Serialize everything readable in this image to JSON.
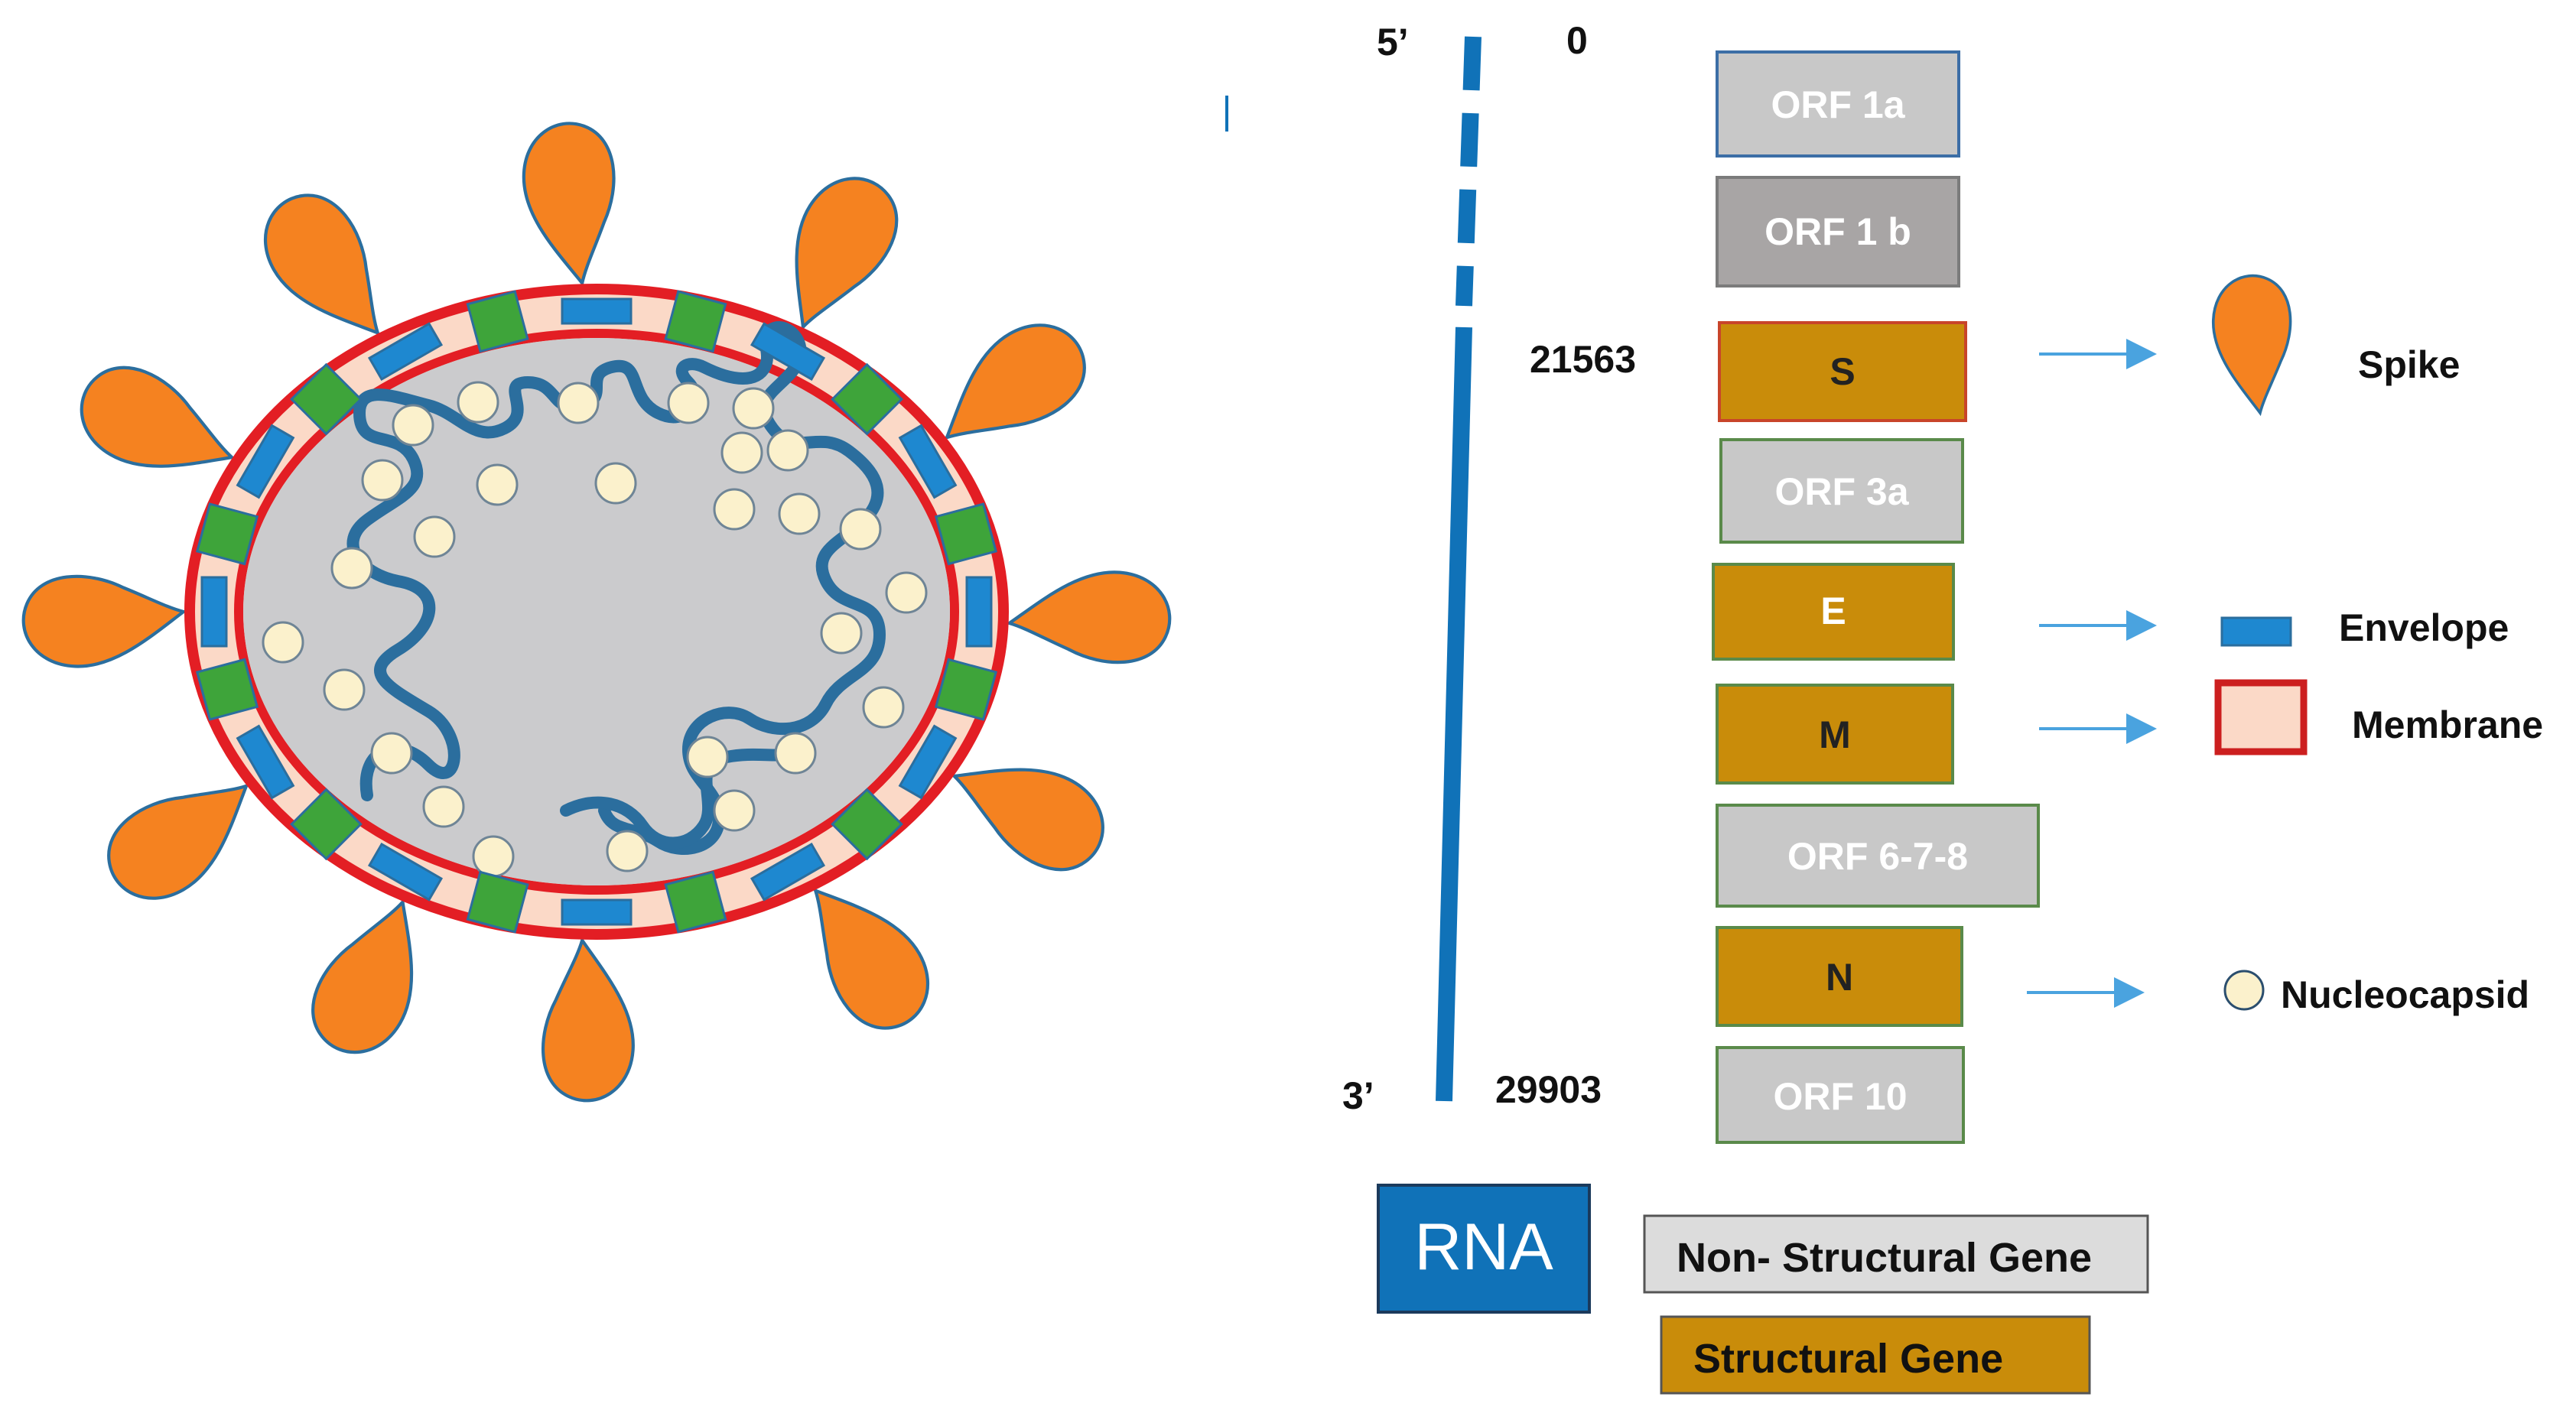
{
  "rna": {
    "five_prime": "5’",
    "three_prime": "3’",
    "start": "0",
    "s_start": "21563",
    "end": "29903"
  },
  "genes": [
    {
      "label": "ORF 1a",
      "kind": "non-structural"
    },
    {
      "label": "ORF 1 b",
      "kind": "non-structural"
    },
    {
      "label": "S",
      "kind": "structural"
    },
    {
      "label": "ORF 3a",
      "kind": "non-structural"
    },
    {
      "label": "E",
      "kind": "structural"
    },
    {
      "label": "M",
      "kind": "structural"
    },
    {
      "label": "ORF 6-7-8",
      "kind": "non-structural"
    },
    {
      "label": "N",
      "kind": "structural"
    },
    {
      "label": "ORF 10",
      "kind": "non-structural"
    }
  ],
  "components": {
    "spike": "Spike",
    "envelope": "Envelope",
    "membrane": "Membrane",
    "nucleocapsid": "Nucleocapsid"
  },
  "legend": {
    "rna": "RNA",
    "non_structural": "Non- Structural Gene",
    "structural": "Structural Gene"
  },
  "colors": {
    "spike": "#f58220",
    "envelope": "#1e88d0",
    "membrane": "#e31e24",
    "membrane_fill": "#fbd9c7",
    "m_protein": "#3ea43a",
    "nucleocapsid": "#fbf1cc",
    "rna": "#1072b8",
    "interior": "#cbcbcd",
    "structural_gene": "#c98c0a",
    "non_structural_gene": "#c8c8c8"
  }
}
